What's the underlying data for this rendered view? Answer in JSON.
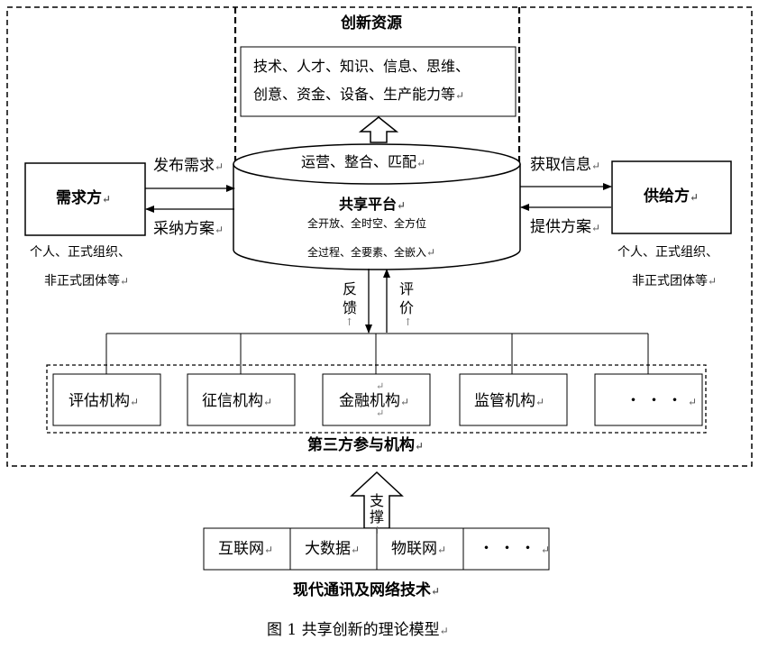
{
  "resources": {
    "title": "创新资源",
    "line1": "技术、人才、知识、信息、思维、",
    "line2": "创意、资金、设备、生产能力等"
  },
  "platform": {
    "top_label": "运营、整合、匹配",
    "title": "共享平台",
    "line1": "全开放、全时空、全方位",
    "line2": "全过程、全要素、全嵌入"
  },
  "demand": {
    "title": "需求方",
    "note_line1": "个人、正式组织、",
    "note_line2": "非正式团体等",
    "arrow_out": "发布需求",
    "arrow_in": "采纳方案"
  },
  "supply": {
    "title": "供给方",
    "note_line1": "个人、正式组织、",
    "note_line2": "非正式团体等",
    "arrow_in": "获取信息",
    "arrow_out": "提供方案"
  },
  "links": {
    "feedback_1": "反",
    "feedback_2": "馈",
    "evaluate_1": "评",
    "evaluate_2": "价",
    "support_1": "支",
    "support_2": "撑"
  },
  "institutions": {
    "group_label": "第三方参与机构",
    "items": [
      "评估机构",
      "征信机构",
      "金融机构",
      "监管机构",
      "・・・"
    ]
  },
  "tech": {
    "group_label": "现代通讯及网络技术",
    "items": [
      "互联网",
      "大数据",
      "物联网",
      "・・・"
    ]
  },
  "caption": "图 1  共享创新的理论模型",
  "return_mark": "↵",
  "soft_return_mark": "↑"
}
